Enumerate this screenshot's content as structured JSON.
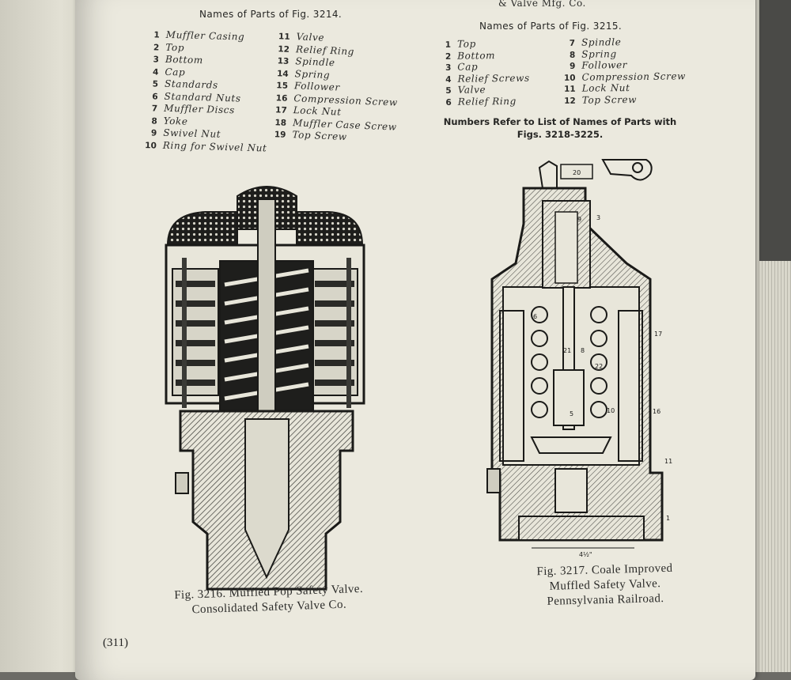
{
  "running_head": "& Valve Mfg. Co.",
  "left_list": {
    "title": "Names of Parts of Fig. 3214.",
    "col1": [
      {
        "n": "1",
        "name": "Muffler Casing"
      },
      {
        "n": "2",
        "name": "Top"
      },
      {
        "n": "3",
        "name": "Bottom"
      },
      {
        "n": "4",
        "name": "Cap"
      },
      {
        "n": "5",
        "name": "Standards"
      },
      {
        "n": "6",
        "name": "Standard Nuts"
      },
      {
        "n": "7",
        "name": "Muffler Discs"
      },
      {
        "n": "8",
        "name": "Yoke"
      },
      {
        "n": "9",
        "name": "Swivel Nut"
      },
      {
        "n": "10",
        "name": "Ring for Swivel Nut"
      }
    ],
    "col2": [
      {
        "n": "11",
        "name": "Valve"
      },
      {
        "n": "12",
        "name": "Relief Ring"
      },
      {
        "n": "13",
        "name": "Spindle"
      },
      {
        "n": "14",
        "name": "Spring"
      },
      {
        "n": "15",
        "name": "Follower"
      },
      {
        "n": "16",
        "name": "Compression Screw"
      },
      {
        "n": "17",
        "name": "Lock Nut"
      },
      {
        "n": "18",
        "name": "Muffler Case Screw"
      },
      {
        "n": "19",
        "name": "Top Screw"
      }
    ]
  },
  "right_list": {
    "title": "Names of Parts of Fig. 3215.",
    "col1": [
      {
        "n": "1",
        "name": "Top"
      },
      {
        "n": "2",
        "name": "Bottom"
      },
      {
        "n": "3",
        "name": "Cap"
      },
      {
        "n": "4",
        "name": "Relief Screws"
      },
      {
        "n": "5",
        "name": "Valve"
      },
      {
        "n": "6",
        "name": "Relief Ring"
      }
    ],
    "col2": [
      {
        "n": "7",
        "name": "Spindle"
      },
      {
        "n": "8",
        "name": "Spring"
      },
      {
        "n": "9",
        "name": "Follower"
      },
      {
        "n": "10",
        "name": "Compression Screw"
      },
      {
        "n": "11",
        "name": "Lock Nut"
      },
      {
        "n": "12",
        "name": "Top Screw"
      }
    ]
  },
  "notice": {
    "line1": "Numbers Refer to List of Names of Parts with",
    "line2": "Figs. 3218-3225."
  },
  "fig_left_caption": {
    "line1": "Fig. 3216. Muffled Pop Safety Valve.",
    "line2": "Consolidated Safety Valve Co."
  },
  "fig_right_caption": {
    "line1": "Fig. 3217. Coale Improved",
    "line2": "Muffled Safety Valve.",
    "line3": "Pennsylvania Railroad."
  },
  "fig_right_callouts": {
    "c20": "20",
    "c9": "9",
    "c3": "3",
    "c6": "6",
    "c17": "17",
    "c21": "21",
    "c8": "8",
    "c22": "22",
    "c5": "5",
    "c10": "10",
    "c16": "16",
    "c11": "11",
    "c1": "1",
    "dim": "4½\""
  },
  "page_number": "(311)"
}
